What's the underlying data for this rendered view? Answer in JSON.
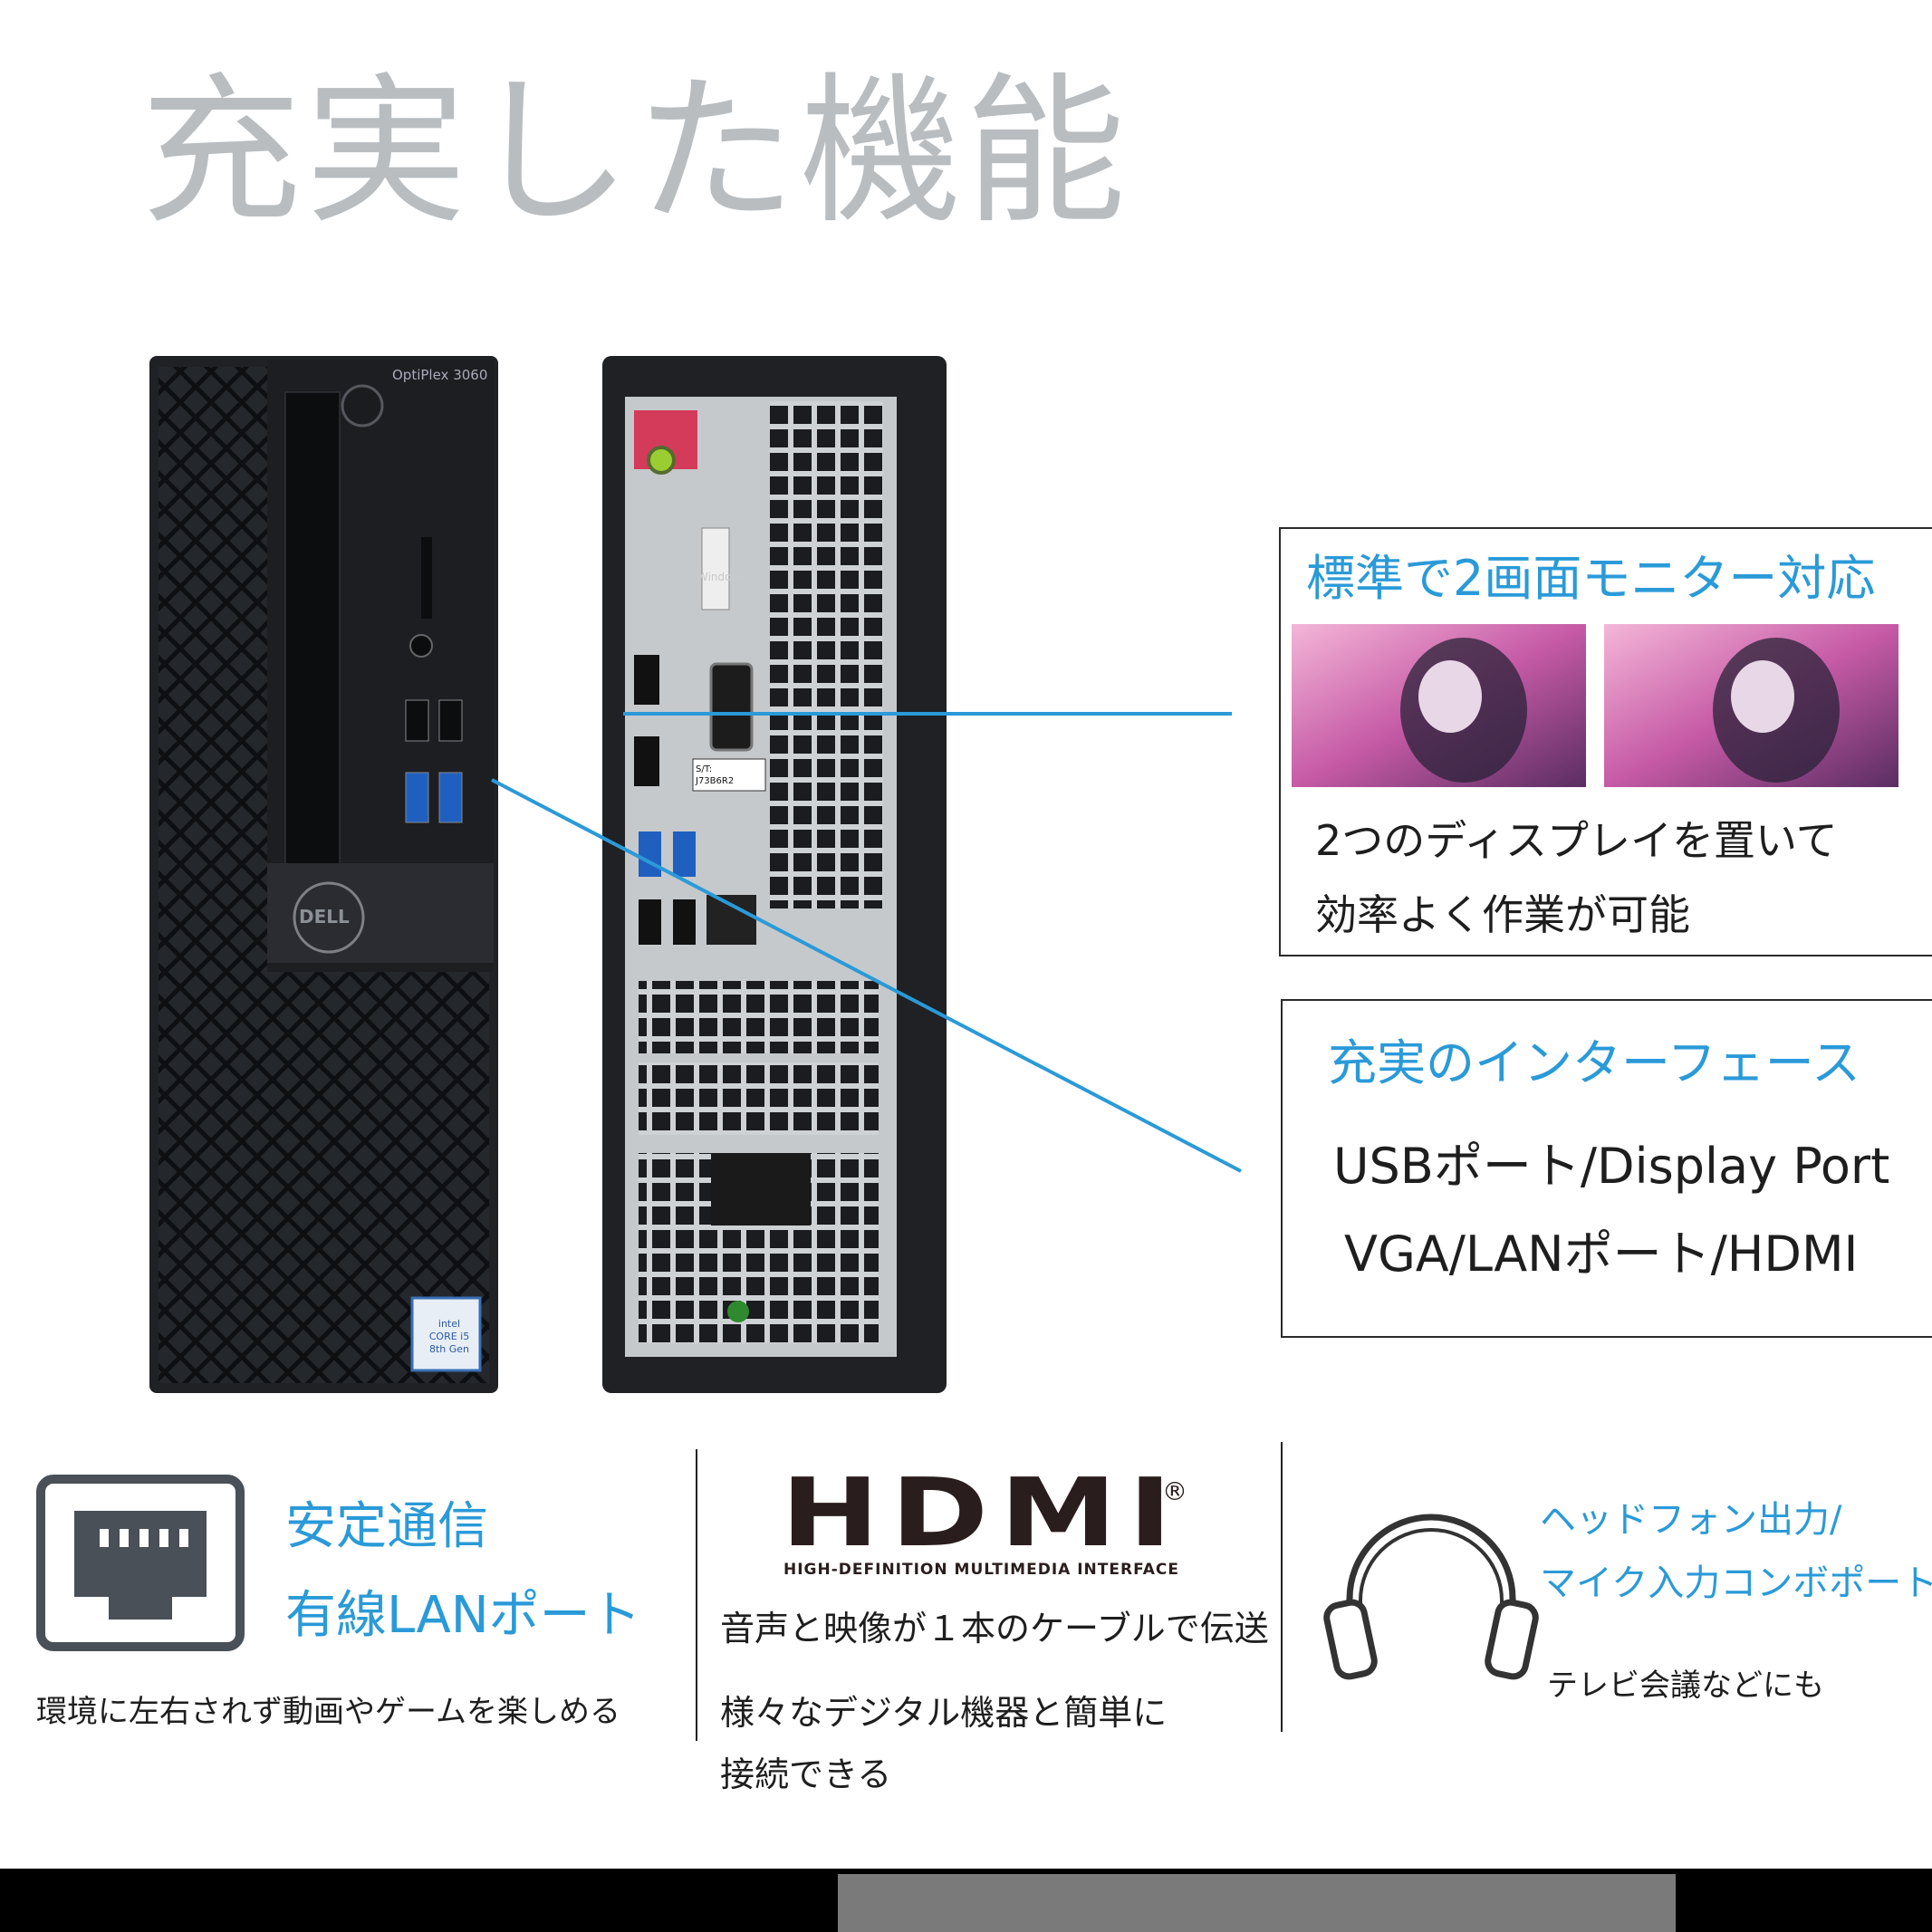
{
  "page": {
    "title": "充実した機能"
  },
  "product": {
    "model_label": "OptiPlex 3060",
    "brand_badge": "DELL",
    "intel_badge_lines": [
      "intel",
      "CORE i5",
      "8th Gen"
    ],
    "service_tag": "S/T:",
    "service_tag_code": "J73B6R2",
    "windows_sticker": "Windows"
  },
  "callout_dual_monitor": {
    "heading": "標準で2画面モニター対応",
    "line1": "2つのディスプレイを置いて",
    "line2": "効率よく作業が可能"
  },
  "callout_interface": {
    "heading": "充実のインターフェース",
    "line1": "USBポート/Display Port",
    "line2": "VGA/LANポート/HDMI"
  },
  "feature_lan": {
    "icon": "ethernet-port-icon",
    "heading_line1": "安定通信",
    "heading_line2": "有線LANポート",
    "description": "環境に左右されず動画やゲームを楽しめる"
  },
  "feature_hdmi": {
    "logo": "HDMI",
    "registered": "®",
    "tagline": "HIGH-DEFINITION MULTIMEDIA INTERFACE",
    "line1": "音声と映像が１本のケーブルで伝送",
    "line2": "様々なデジタル機器と簡単に",
    "line3": "接続できる"
  },
  "feature_audio": {
    "icon": "headphones-icon",
    "heading_line1": "ヘッドフォン出力/",
    "heading_line2": "マイク入力コンボポート",
    "description": "テレビ会議などにも"
  },
  "colors": {
    "accent_blue": "#2a9ad8",
    "title_gray": "#b9bdc0",
    "chassis": "#1f2125",
    "footer_bar": "#000000"
  }
}
